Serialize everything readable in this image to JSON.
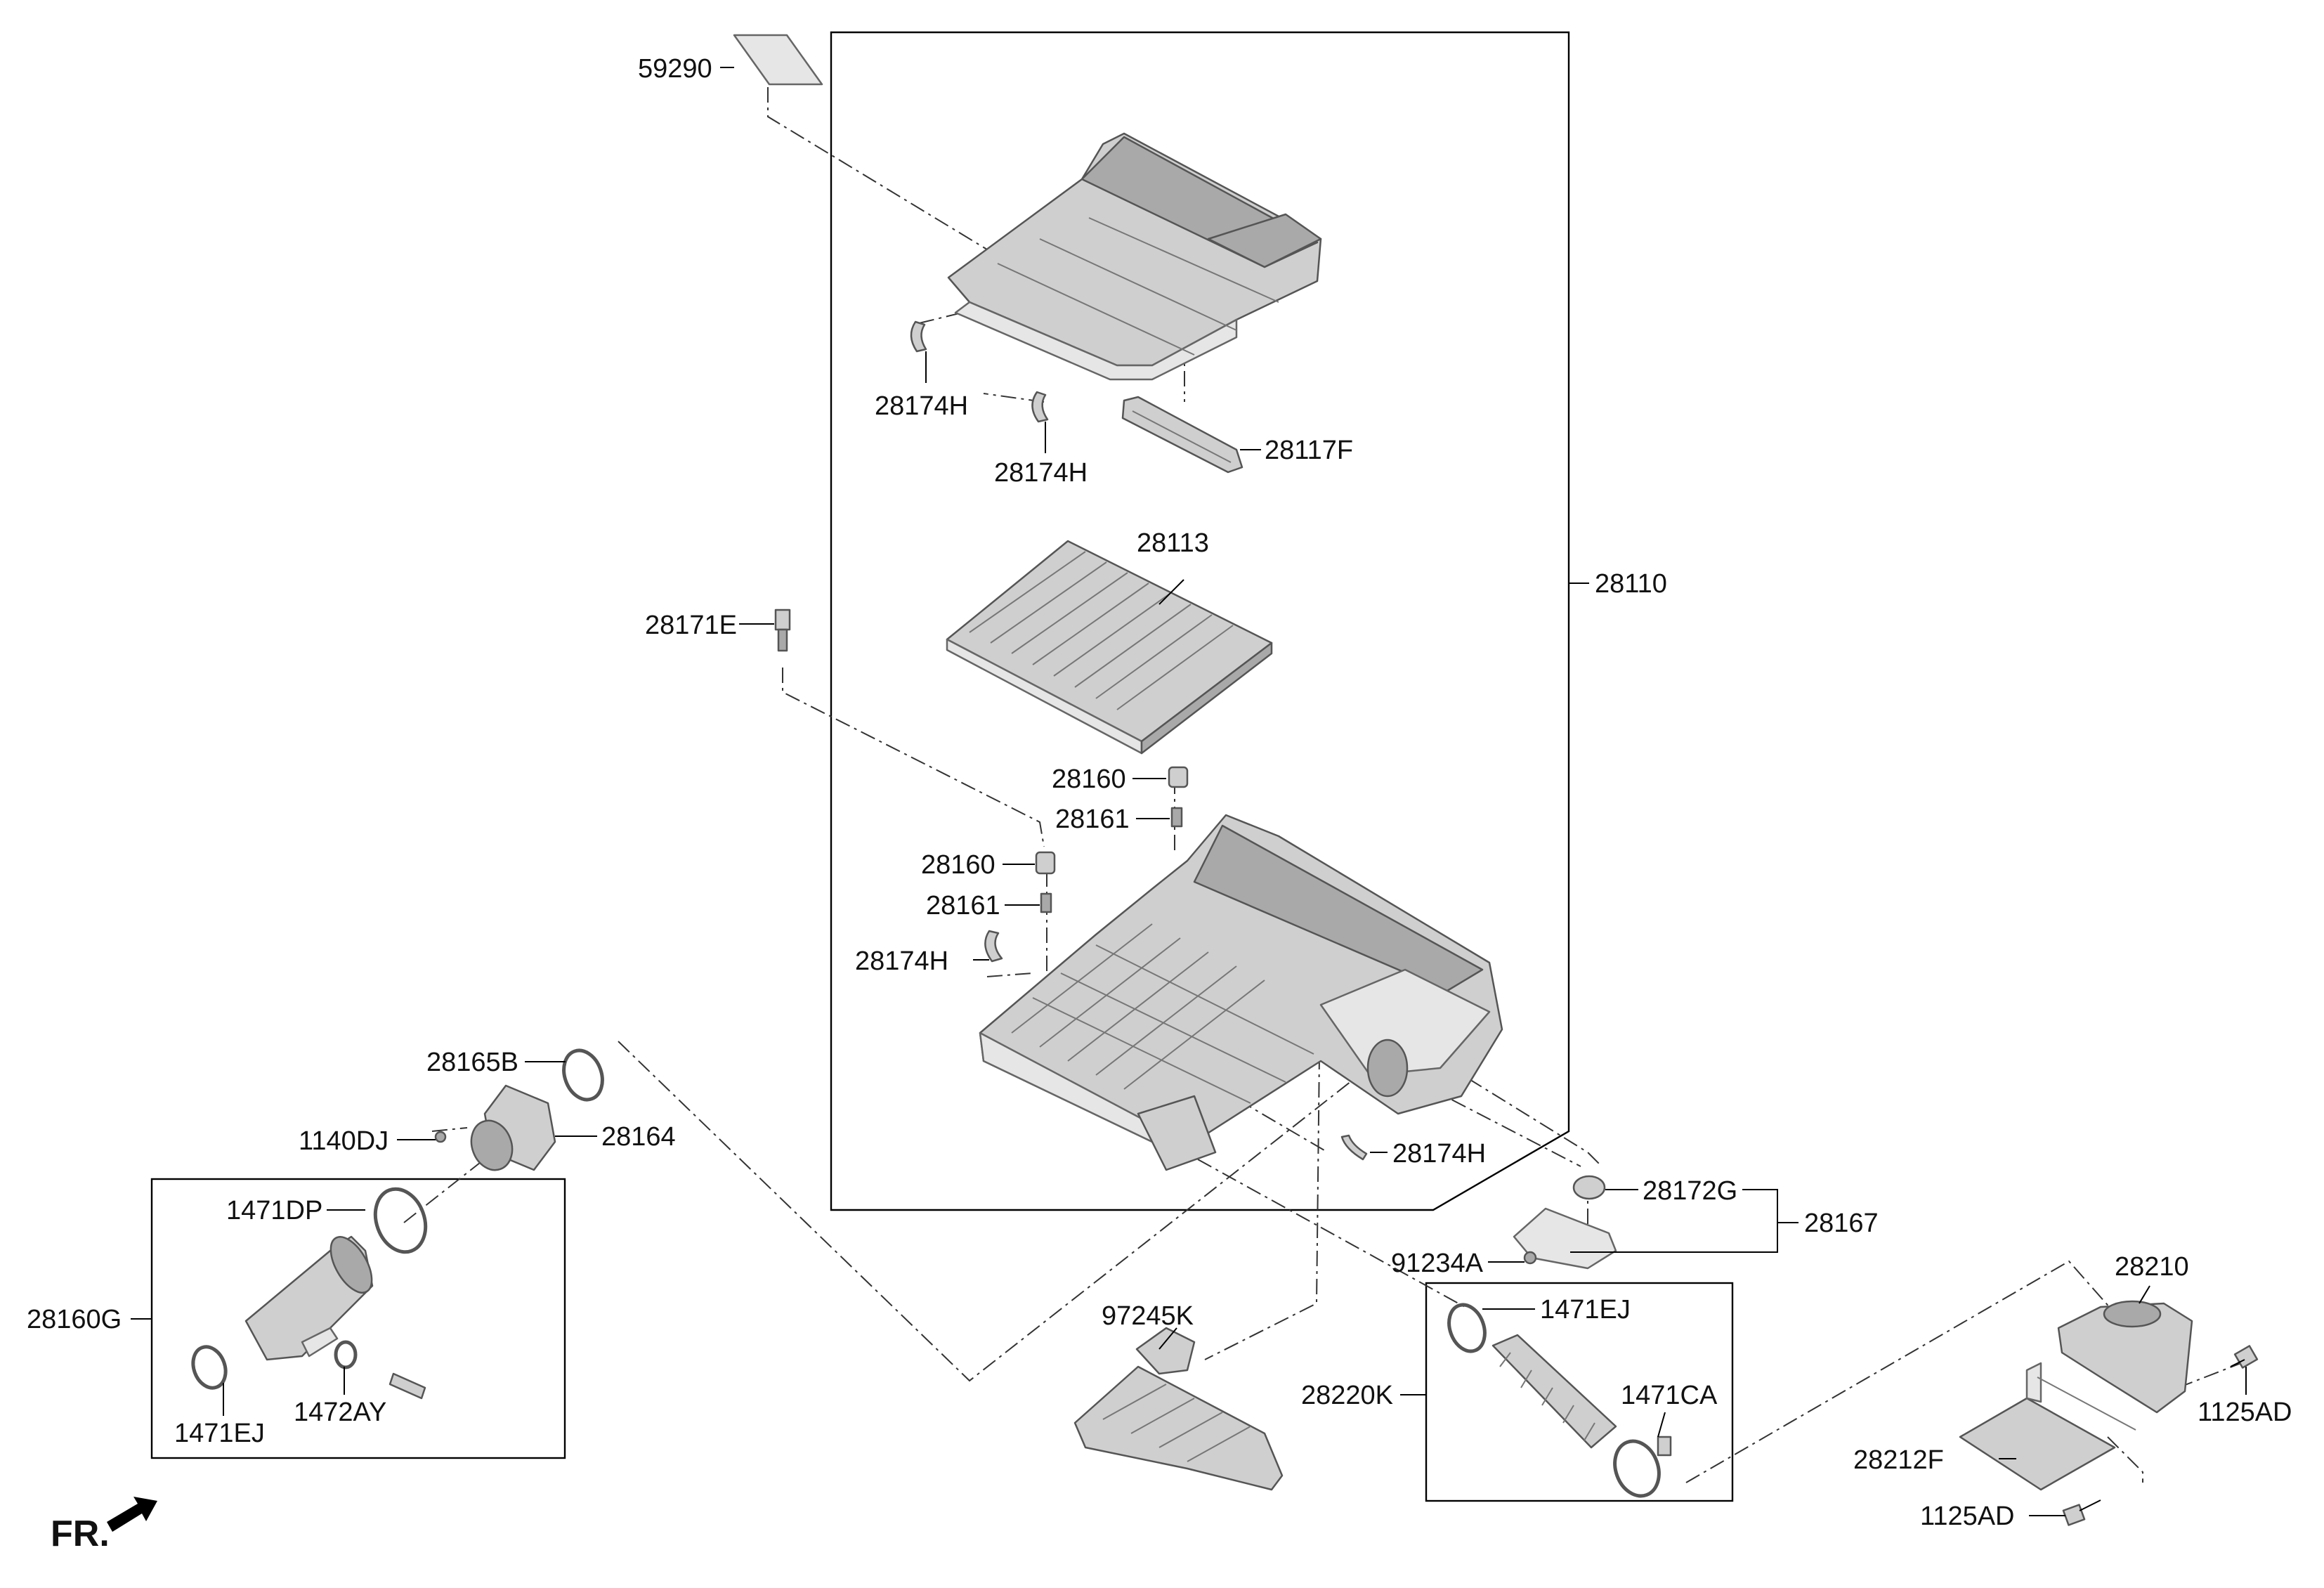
{
  "labels": {
    "p59290": "59290",
    "p28174H_a": "28174H",
    "p28174H_b": "28174H",
    "p28117F": "28117F",
    "p28113": "28113",
    "p28110": "28110",
    "p28171E": "28171E",
    "p28160_a": "28160",
    "p28161_a": "28161",
    "p28160_b": "28160",
    "p28161_b": "28161",
    "p28174H_c": "28174H",
    "p28165B": "28165B",
    "p1140DJ": "1140DJ",
    "p28164": "28164",
    "p28174H_d": "28174H",
    "p28172G": "28172G",
    "p28167": "28167",
    "p91234A": "91234A",
    "p1471DP": "1471DP",
    "p28160G": "28160G",
    "p1471EJ_a": "1471EJ",
    "p1472AY": "1472AY",
    "p97245K": "97245K",
    "p1471EJ_b": "1471EJ",
    "p28220K": "28220K",
    "p1471CA": "1471CA",
    "p28210": "28210",
    "p1125AD_a": "1125AD",
    "p28212F": "28212F",
    "p1125AD_b": "1125AD"
  },
  "direction_marker": "FR."
}
